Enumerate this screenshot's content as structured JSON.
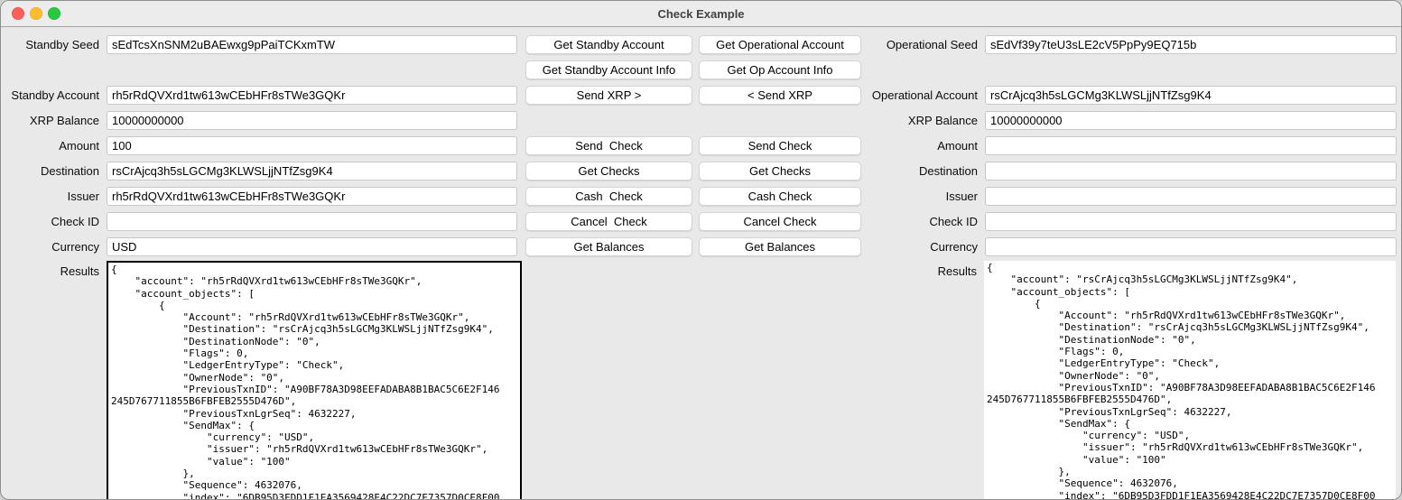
{
  "window": {
    "title": "Check Example"
  },
  "colors": {
    "traffic_red": "#FF5F57",
    "traffic_yellow": "#FEBC2E",
    "traffic_green": "#28C840",
    "focus_border": "#000000"
  },
  "left": {
    "seed": {
      "label": "Standby Seed",
      "value": "sEdTcsXnSNM2uBAEwxg9pPaiTCKxmTW"
    },
    "account": {
      "label": "Standby Account",
      "value": "rh5rRdQVXrd1tw613wCEbHFr8sTWe3GQKr"
    },
    "balance": {
      "label": "XRP Balance",
      "value": "10000000000"
    },
    "amount": {
      "label": "Amount",
      "value": "100"
    },
    "destination": {
      "label": "Destination",
      "value": "rsCrAjcq3h5sLGCMg3KLWSLjjNTfZsg9K4"
    },
    "issuer": {
      "label": "Issuer",
      "value": "rh5rRdQVXrd1tw613wCEbHFr8sTWe3GQKr"
    },
    "check_id": {
      "label": "Check ID",
      "value": ""
    },
    "currency": {
      "label": "Currency",
      "value": "USD"
    },
    "results": {
      "label": "Results",
      "value": "{\n    \"account\": \"rh5rRdQVXrd1tw613wCEbHFr8sTWe3GQKr\",\n    \"account_objects\": [\n        {\n            \"Account\": \"rh5rRdQVXrd1tw613wCEbHFr8sTWe3GQKr\",\n            \"Destination\": \"rsCrAjcq3h5sLGCMg3KLWSLjjNTfZsg9K4\",\n            \"DestinationNode\": \"0\",\n            \"Flags\": 0,\n            \"LedgerEntryType\": \"Check\",\n            \"OwnerNode\": \"0\",\n            \"PreviousTxnID\": \"A90BF78A3D98EEFADABA8B1BAC5C6E2F146\n245D767711855B6FBFEB2555D476D\",\n            \"PreviousTxnLgrSeq\": 4632227,\n            \"SendMax\": {\n                \"currency\": \"USD\",\n                \"issuer\": \"rh5rRdQVXrd1tw613wCEbHFr8sTWe3GQKr\",\n                \"value\": \"100\"\n            },\n            \"Sequence\": 4632076,\n            \"index\": \"6DB95D3FDD1F1EA3569428E4C22DC7E7357D0CE8F00"
    }
  },
  "right": {
    "seed": {
      "label": "Operational Seed",
      "value": "sEdVf39y7teU3sLE2cV5PpPy9EQ715b"
    },
    "account": {
      "label": "Operational Account",
      "value": "rsCrAjcq3h5sLGCMg3KLWSLjjNTfZsg9K4"
    },
    "balance": {
      "label": "XRP Balance",
      "value": "10000000000"
    },
    "amount": {
      "label": "Amount",
      "value": ""
    },
    "destination": {
      "label": "Destination",
      "value": ""
    },
    "issuer": {
      "label": "Issuer",
      "value": ""
    },
    "check_id": {
      "label": "Check ID",
      "value": ""
    },
    "currency": {
      "label": "Currency",
      "value": ""
    },
    "results": {
      "label": "Results",
      "value": "{\n    \"account\": \"rsCrAjcq3h5sLGCMg3KLWSLjjNTfZsg9K4\",\n    \"account_objects\": [\n        {\n            \"Account\": \"rh5rRdQVXrd1tw613wCEbHFr8sTWe3GQKr\",\n            \"Destination\": \"rsCrAjcq3h5sLGCMg3KLWSLjjNTfZsg9K4\",\n            \"DestinationNode\": \"0\",\n            \"Flags\": 0,\n            \"LedgerEntryType\": \"Check\",\n            \"OwnerNode\": \"0\",\n            \"PreviousTxnID\": \"A90BF78A3D98EEFADABA8B1BAC5C6E2F146\n245D767711855B6FBFEB2555D476D\",\n            \"PreviousTxnLgrSeq\": 4632227,\n            \"SendMax\": {\n                \"currency\": \"USD\",\n                \"issuer\": \"rh5rRdQVXrd1tw613wCEbHFr8sTWe3GQKr\",\n                \"value\": \"100\"\n            },\n            \"Sequence\": 4632076,\n            \"index\": \"6DB95D3FDD1F1EA3569428E4C22DC7E7357D0CE8F00"
    }
  },
  "buttons": {
    "standby": [
      "Get Standby Account",
      "Get Standby Account Info",
      "Send XRP >",
      "Send  Check",
      "Get Checks",
      "Cash  Check",
      "Cancel  Check",
      "Get Balances"
    ],
    "operational": [
      "Get Operational Account",
      "Get Op Account Info",
      "< Send XRP",
      "Send Check",
      "Get Checks",
      "Cash Check",
      "Cancel Check",
      "Get Balances"
    ]
  }
}
